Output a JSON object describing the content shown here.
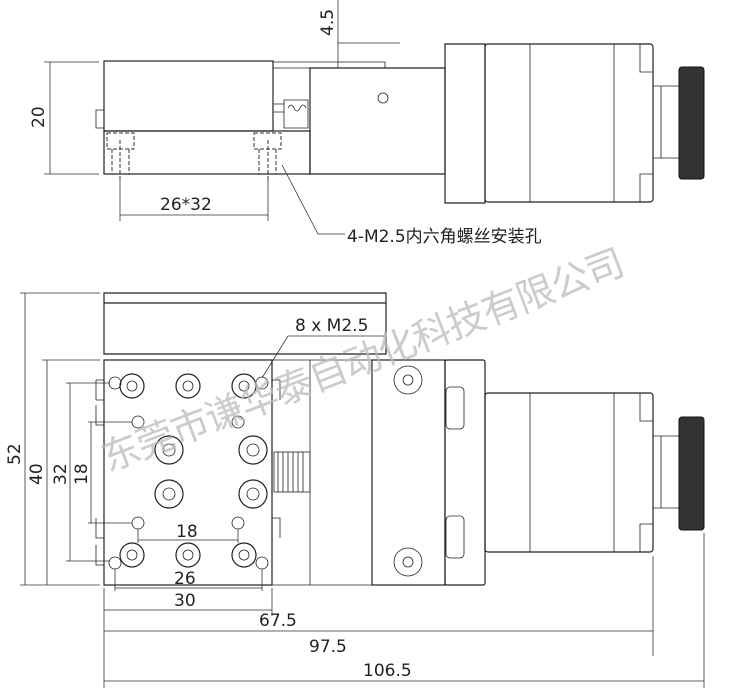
{
  "top_view": {
    "dims": {
      "height": "20",
      "offset": "4.5",
      "hole_spacing": "26*32"
    },
    "callout": "4-M2.5内六角螺丝安装孔"
  },
  "bottom_view": {
    "callout": "8 x M2.5",
    "dims": {
      "total_width": "52",
      "plate_width": "40",
      "hole_span_32": "32",
      "hole_span_18_v": "18",
      "hole_span_18_h": "18",
      "hole_span_26": "26",
      "hole_span_30": "30",
      "len_67_5": "67.5",
      "len_97_5": "97.5",
      "len_106_5": "106.5"
    }
  },
  "watermark": "东莞市谦华泰自动化科技有限公司"
}
